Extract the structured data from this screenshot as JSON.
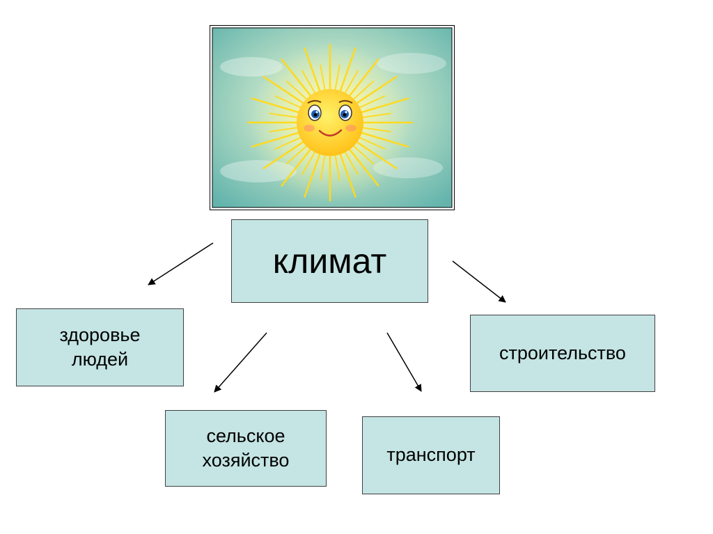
{
  "diagram": {
    "center_label": "климат",
    "nodes": [
      {
        "id": "health",
        "label": "здоровье\nлюдей"
      },
      {
        "id": "construction",
        "label": "строительство"
      },
      {
        "id": "agriculture",
        "label": "сельское\nхозяйство"
      },
      {
        "id": "transport",
        "label": "транспорт"
      }
    ]
  },
  "picture": {
    "subject": "smiling sun",
    "icon": "sun-icon"
  },
  "colors": {
    "box_fill": "#c5e4e4",
    "box_border": "#3f3f3f",
    "arrow": "#000000",
    "sun": "#ffd21f",
    "sky": "#7ec8c0"
  }
}
